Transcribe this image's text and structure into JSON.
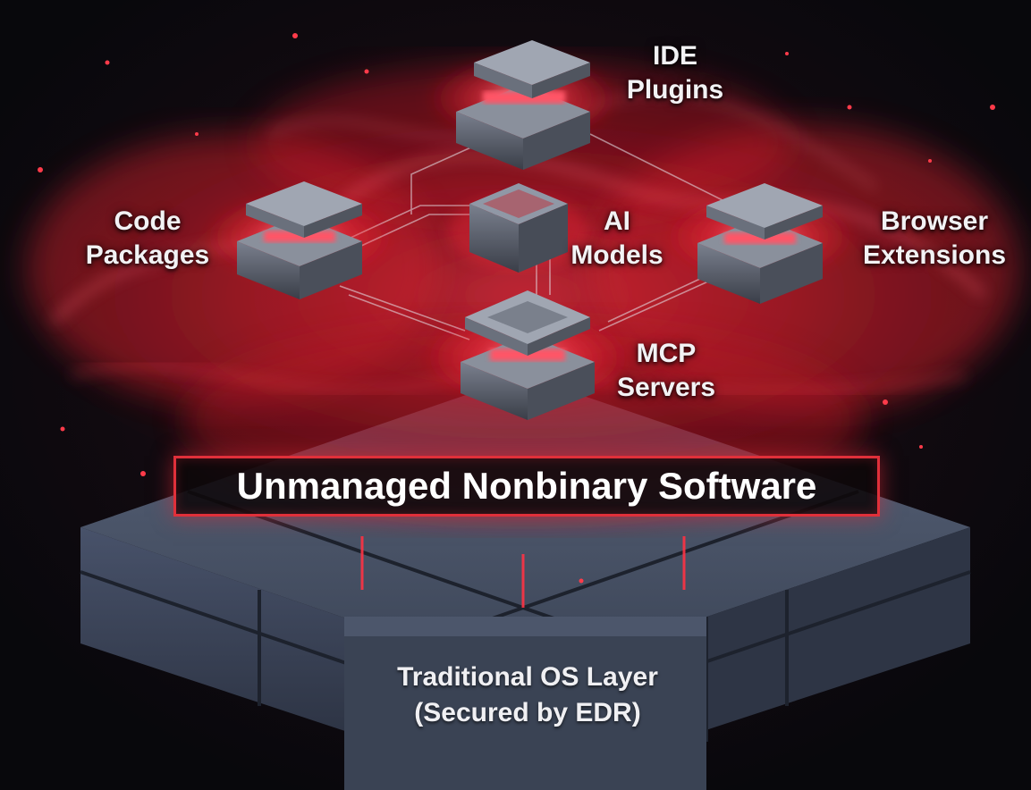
{
  "labels": {
    "ide_plugins": [
      "IDE",
      "Plugins"
    ],
    "code_packages": [
      "Code",
      "Packages"
    ],
    "ai_models": [
      "AI",
      "Models"
    ],
    "browser_extensions": [
      "Browser",
      "Extensions"
    ],
    "mcp_servers": [
      "MCP",
      "Servers"
    ]
  },
  "banner": "Unmanaged Nonbinary Software",
  "base_label": [
    "Traditional OS Layer",
    "(Secured by EDR)"
  ],
  "colors": {
    "background": "#0b0a10",
    "accent_red": "#e0303a",
    "glow_red": "#ff5566",
    "chip_gray": "#5c6270",
    "base_slate": "#3e4757"
  }
}
